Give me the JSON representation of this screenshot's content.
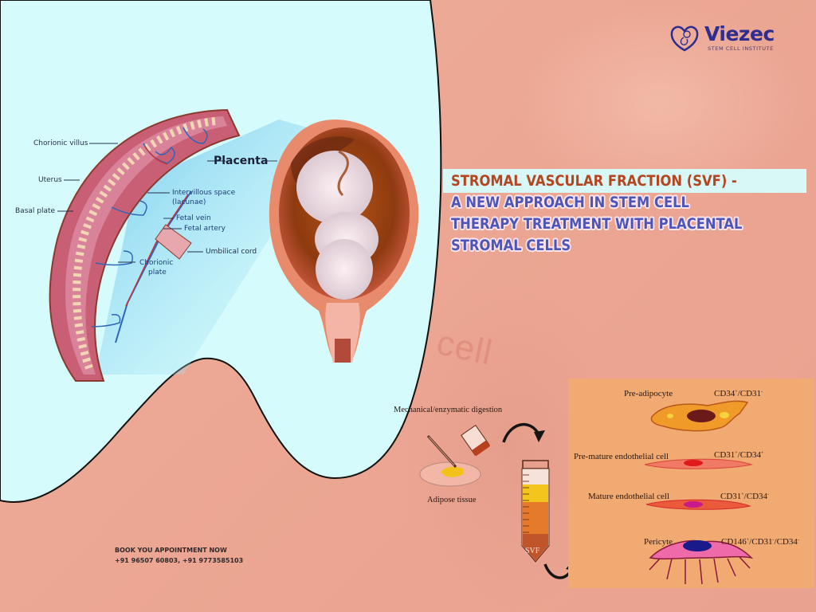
{
  "brand": {
    "name": "Viezec",
    "tagline": "STEM CELL INSTITUTE",
    "color": "#2d2e8f"
  },
  "headline": {
    "line1": "STROMAL VASCULAR FRACTION (SVF) -",
    "line2": "A NEW APPROACH IN STEM CELL",
    "line3": "THERAPY TREATMENT WITH PLACENTAL",
    "line4": "STROMAL CELLS",
    "line1_color": "#b4451e",
    "rest_color": "#4d55b8"
  },
  "placenta_diagram": {
    "labels": {
      "chorionic_villus": "Chorionic villus",
      "uterus": "Uterus",
      "basal_plate": "Basal plate",
      "placenta": "Placenta",
      "intervillous_space": "Intervillous space",
      "lacunae": "(lacunae)",
      "fetal_vein": "Fetal vein",
      "fetal_artery": "Fetal artery",
      "umbilical_cord": "Umbilical cord",
      "chorionic": "Chorionic",
      "plate": "plate"
    }
  },
  "svf_process": {
    "digestion_label": "Mechanical/enzymatic digestion",
    "tissue_label": "Adipose tissue",
    "tube_label": "SVF",
    "cells": [
      {
        "name": "Pre-adipocyte",
        "marker_a": "CD34",
        "sup_a": "+",
        "marker_b": "CD31",
        "sup_b": "-"
      },
      {
        "name": "Pre-mature endothelial cell",
        "marker_a": "CD31",
        "sup_a": "+",
        "marker_b": "CD34",
        "sup_b": "+"
      },
      {
        "name": "Mature endothelial cell",
        "marker_a": "CD31",
        "sup_a": "+",
        "marker_b": "CD34",
        "sup_b": "-"
      },
      {
        "name": "Pericyte",
        "marker_a": "CD146",
        "sup_a": "+",
        "marker_b": "CD31",
        "sup_b": "-",
        "marker_c": "CD34",
        "sup_c": "-"
      }
    ]
  },
  "contact": {
    "cta": "BOOK YOU APPOINTMENT NOW",
    "phones": "+91 96507 60803, +91 9773585103"
  },
  "watermark": "cell"
}
